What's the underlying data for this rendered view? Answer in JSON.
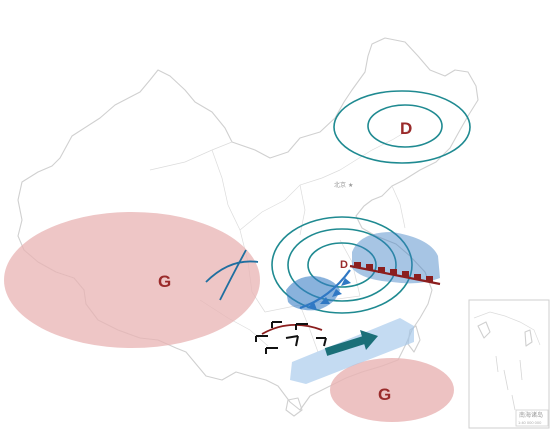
{
  "map": {
    "colors": {
      "high_pressure_fill": "#e8b3b3",
      "low_pressure_label": "#9a2a2a",
      "isobar": "#1f8a91",
      "precip_fill": "#3b7fc4",
      "warm_front": "#8b1e1e",
      "cold_front": "#2f78c4",
      "jet_arrow": "#1a6f78",
      "trough_line": "#1f6fa0",
      "outline": "#d0d0d0"
    },
    "pressure_systems": [
      {
        "type": "high",
        "label": "G"
      },
      {
        "type": "low",
        "label": "D"
      },
      {
        "type": "low",
        "label": "D"
      },
      {
        "type": "high",
        "label": "G"
      }
    ],
    "capital_label": "北京",
    "inset": {
      "caption": "南海诸岛",
      "scale": "1:40 000 000"
    }
  }
}
